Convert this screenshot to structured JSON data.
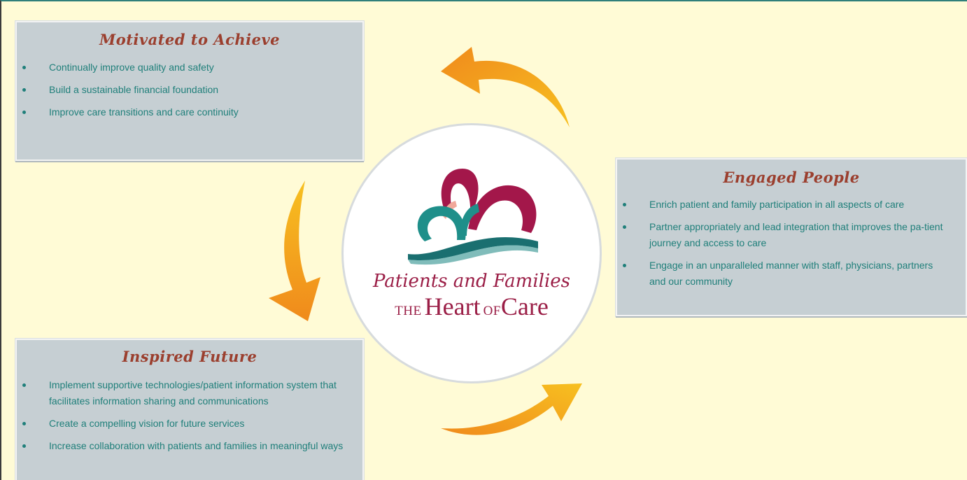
{
  "panels": {
    "motivated": {
      "title": "Motivated to Achieve",
      "items": [
        "Continually improve quality and safety",
        "Build a sustainable financial foundation",
        "Improve care transitions and care continuity"
      ]
    },
    "engaged": {
      "title": "Engaged People",
      "items": [
        "Enrich patient and family participation in all aspects of care",
        "Partner appropriately and lead integration that improves the pa-tient journey and access to care",
        "Engage in an unparalleled manner with staff, physicians, partners and our community"
      ]
    },
    "inspired": {
      "title": "Inspired Future",
      "items": [
        "Implement supportive technologies/patient information system that facilitates information sharing and communications",
        "Create a compelling vision for future services",
        "Increase collaboration with patients and families in meaningful ways"
      ]
    }
  },
  "logo": {
    "line1": "Patients and Families",
    "line2_the": "THE",
    "line2_heart": "Heart",
    "line2_of": "OF",
    "line2_care": "Care"
  },
  "colors": {
    "background": "#fffbd6",
    "panel": "#c6cfd3",
    "title": "#9b3f2e",
    "bullet_text": "#1f7f7a",
    "logo_text": "#9b1f47",
    "heart_magenta": "#a3174a",
    "heart_teal": "#1f8f8a",
    "arrow_orange": "#f39a1e"
  },
  "icons": {
    "logo": "heart-figures-logo",
    "cycle_arrows": "curved-arrow"
  }
}
